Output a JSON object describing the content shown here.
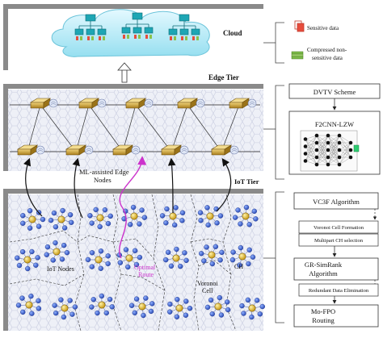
{
  "tiers": {
    "cloud": "Cloud",
    "edge": "Edge Tier",
    "iot": "IoT Tier"
  },
  "diagram_labels": {
    "ml_edge_line1": "ML-assisted Edge",
    "ml_edge_line2": "Nodes",
    "iot_nodes": "IoT Nodes",
    "optimal_line1": "Optimal",
    "optimal_line2": "Route",
    "voronoi_line1": "Voronoi",
    "voronoi_line2": "Cell",
    "ch": "CH"
  },
  "legend": {
    "sensitive": "Sensitive data",
    "compressed_line1": "Compressed non-",
    "compressed_line2": "sensitive data"
  },
  "side_boxes": {
    "dvtv": "DVTV Scheme",
    "f2cnn": "F2CNN-LZW",
    "vc3f": "VC3F Algorithm",
    "voronoi_formation": "Voronoi Cell Formation",
    "multipart_ch": "Multipart CH selection",
    "gr_line1": "GR-SimRank",
    "gr_line2": "Algorithm",
    "redundant": "Redundant Data Elimination",
    "mofpo_line1": "Mo-FPO",
    "mofpo_line2": "Routing"
  },
  "colors": {
    "tier_gray": "#8a8a8a",
    "hex_bg": "#eef0f7",
    "iot_node_blue": "#3f63c8",
    "ch_yellow": "#e3bd2c",
    "router_gold": "#c9a03b",
    "route_magenta": "#cc33cc",
    "cloud_cyan": "#b6ecf6",
    "server_teal": "#1ea6b4"
  }
}
